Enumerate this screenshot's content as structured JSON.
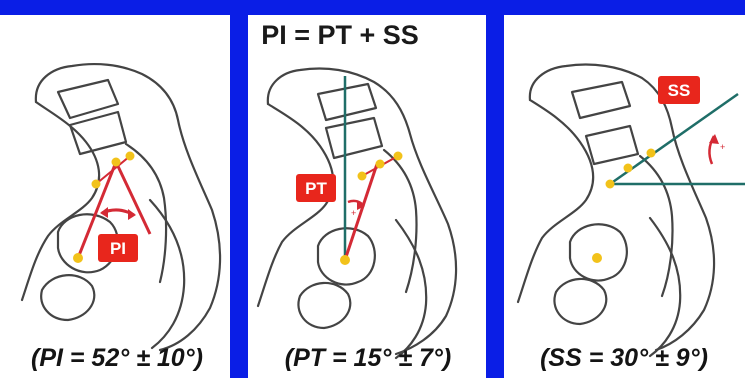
{
  "formula": "PI = PT + SS",
  "panels": [
    {
      "tag": "PI",
      "caption": "(PI = 52° ± 10°)"
    },
    {
      "tag": "PT",
      "caption": "(PT = 15° ± 7°)"
    },
    {
      "tag": "SS",
      "caption": "(SS = 30° ± 9°)"
    }
  ],
  "colors": {
    "divider": "#0a1ee6",
    "angle_line": "#d42a35",
    "reference_line": "#1f6e68",
    "tag_fill": "#e8261c",
    "landmark_dot": "#f2c21a"
  }
}
